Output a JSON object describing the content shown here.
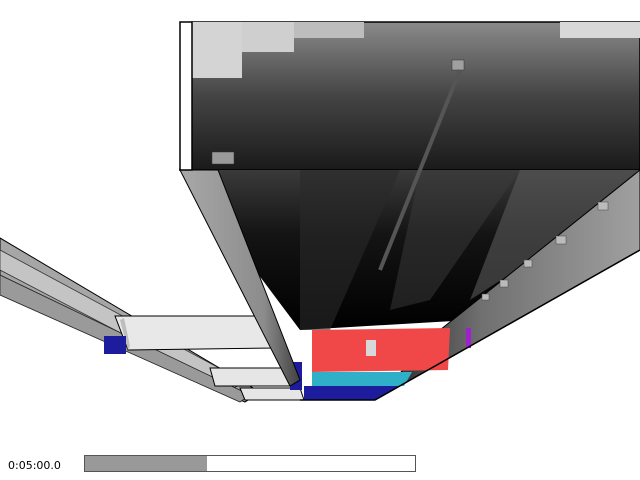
{
  "viewport": {
    "scene": "3d-building-smoke-visualization",
    "colors": {
      "background": "#ffffff",
      "wall_gray": "#9c9c9c",
      "smoke_dark": "#101010",
      "fire_red": "#f04848",
      "cyan_strip": "#30b0c8",
      "blue_floor": "#1c1c9c"
    }
  },
  "playback": {
    "time": "0:05:00.0",
    "progress_fraction": 0.37
  }
}
